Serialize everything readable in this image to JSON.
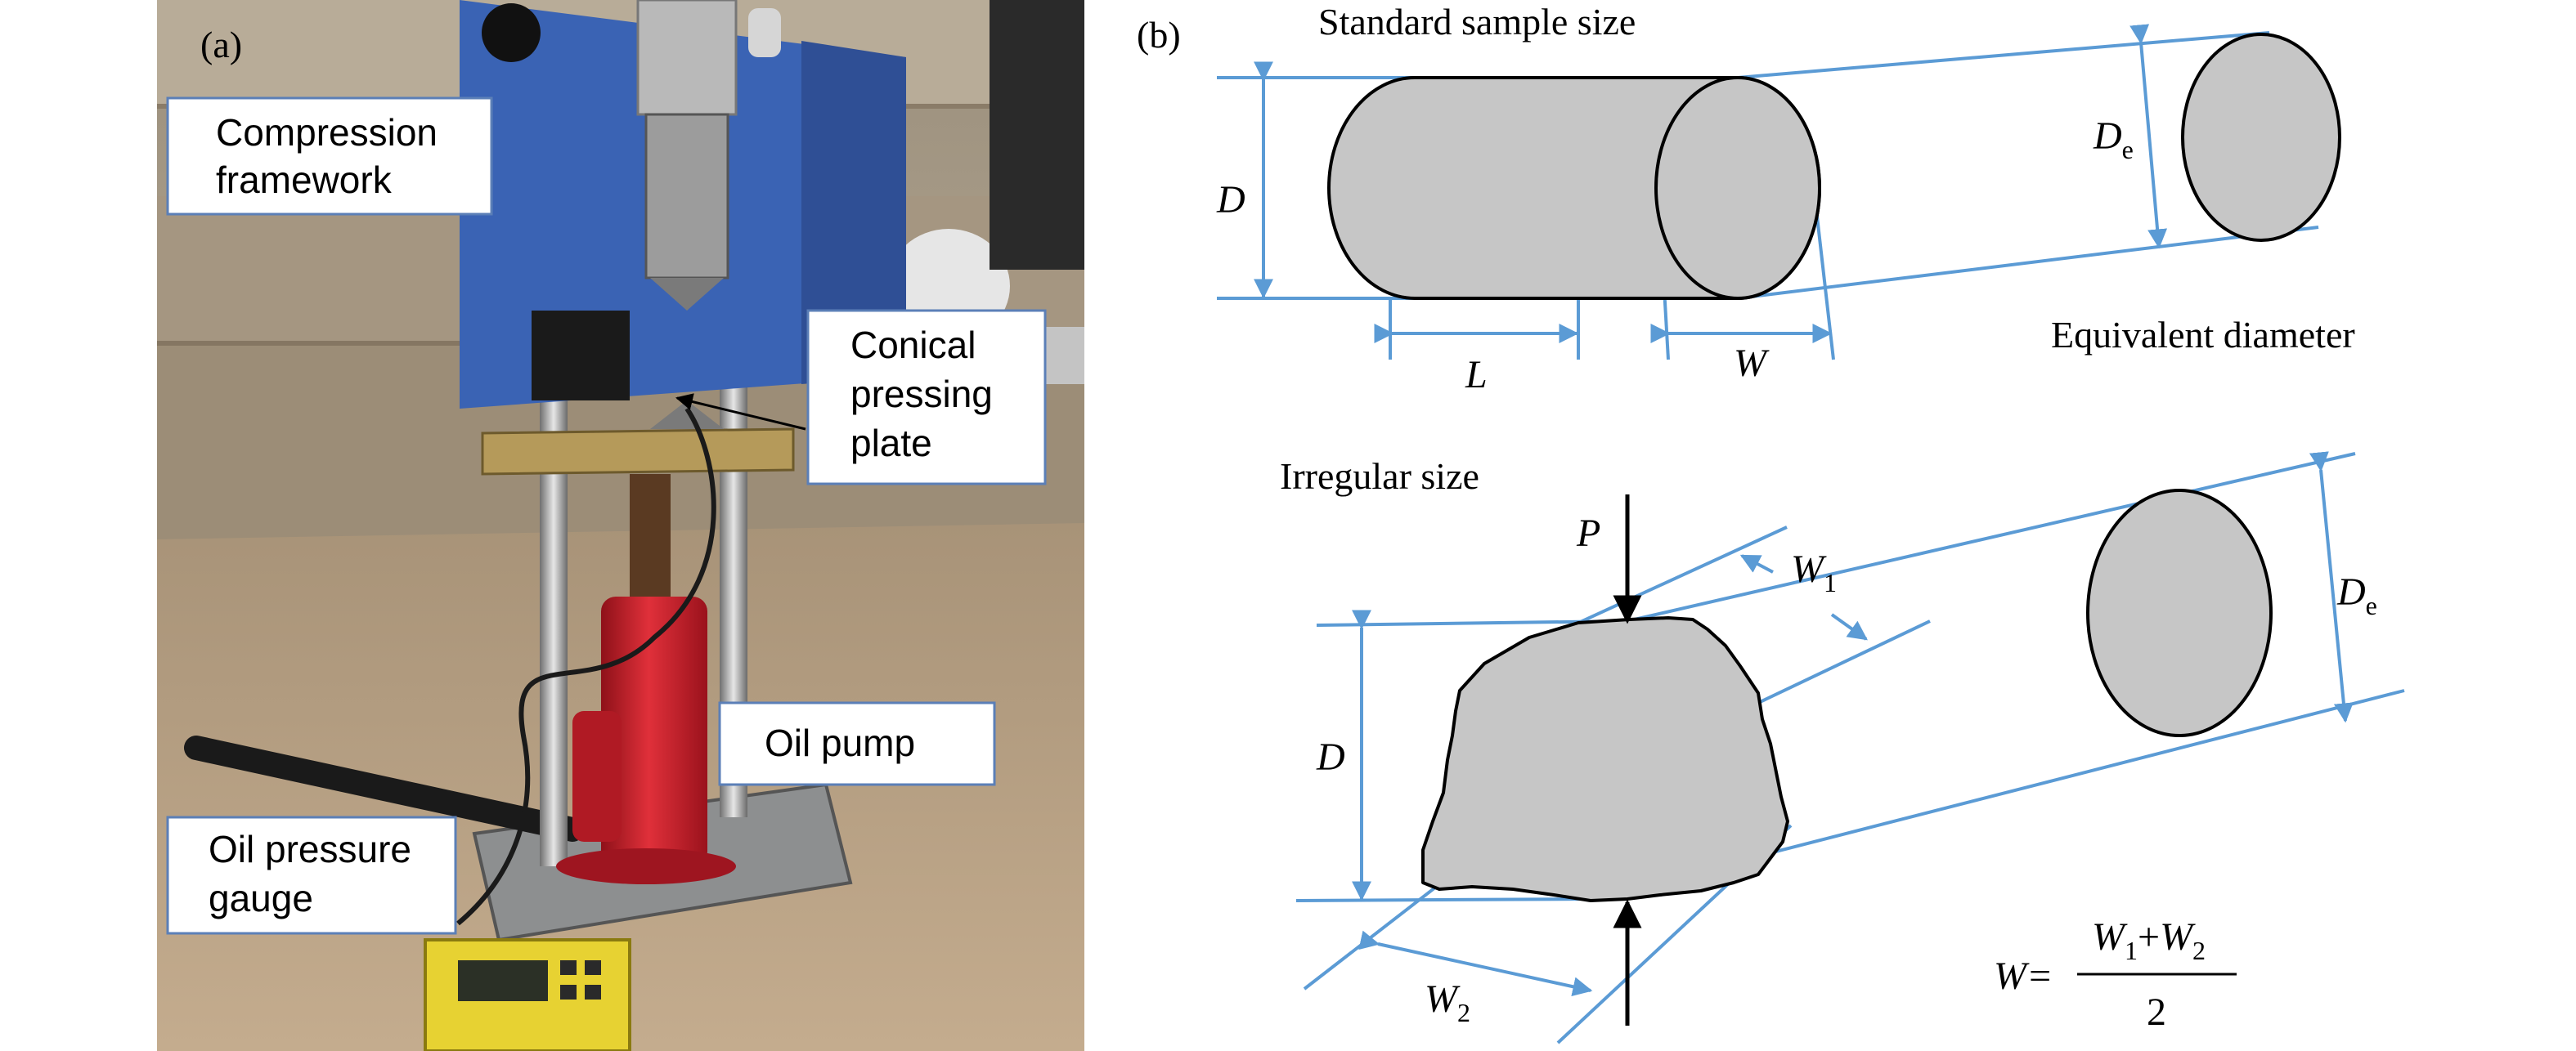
{
  "panel_a": {
    "label": "(a)",
    "callouts": {
      "compression_line1": "Compression",
      "compression_line2": "framework",
      "conical_line1": "Conical",
      "conical_line2": "pressing",
      "conical_line3": "plate",
      "oil_pump": "Oil pump",
      "gauge_line1": "Oil pressure",
      "gauge_line2": "gauge"
    }
  },
  "panel_b": {
    "label": "(b)",
    "standard": {
      "title": "Standard sample size",
      "d_label": "D",
      "l_label": "L",
      "w_label": "W",
      "de_label": "D",
      "de_sub": "e",
      "equivalent_label": "Equivalent diameter"
    },
    "irregular": {
      "title": "Irregular size",
      "p_label": "P",
      "d_label": "D",
      "w1_label": "W",
      "w1_sub": "1",
      "w2_label": "W",
      "w2_sub": "2",
      "de_label": "D",
      "de_sub": "e"
    },
    "formula": {
      "lhs": "W=",
      "num_w1": "W",
      "num_sub1": "1",
      "num_plus": "+",
      "num_w2": "W",
      "num_sub2": "2",
      "den": "2"
    }
  },
  "colors": {
    "blue_line": "#5b9bd5",
    "sample_fill": "#c6c6c6",
    "frame_blue": "#3a63b4",
    "pump_red": "#c8202c",
    "gauge_yellow": "#e7d232",
    "ground": "#b79c7d",
    "wall": "#a89a86"
  }
}
